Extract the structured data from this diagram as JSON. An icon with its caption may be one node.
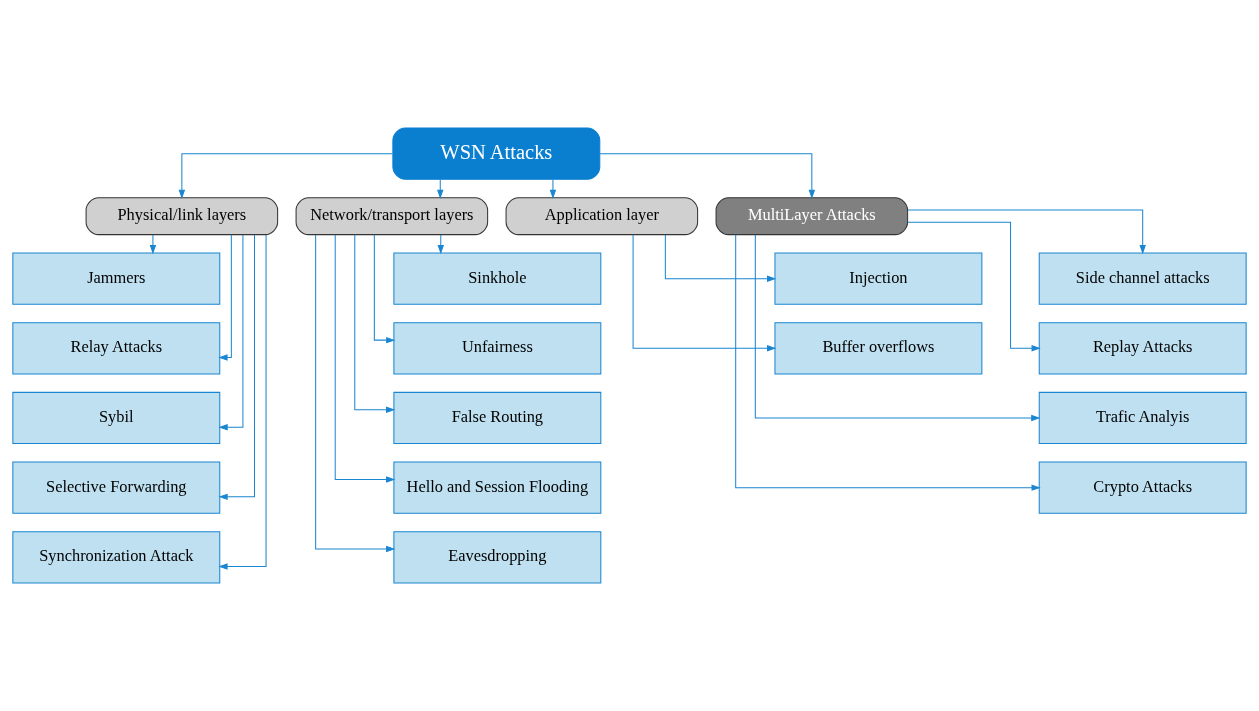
{
  "diagram": {
    "nodes": [
      {
        "text": [
          "WSN Attacks"
        ]
      },
      {
        "text": [
          "Physical/link layers"
        ]
      },
      {
        "text": [
          "Network/transport layers"
        ]
      },
      {
        "text": [
          "Application layer"
        ]
      },
      {
        "text": [
          "MultiLayer Attacks"
        ]
      },
      {
        "text": [
          "Jammers"
        ]
      },
      {
        "text": [
          "Relay Attacks"
        ]
      },
      {
        "text": [
          "Sybil"
        ]
      },
      {
        "text": [
          "Selective Forwarding"
        ]
      },
      {
        "text": [
          "Synchronization Attack"
        ]
      },
      {
        "text": [
          "Sinkhole"
        ]
      },
      {
        "text": [
          "Unfairness"
        ]
      },
      {
        "text": [
          "False Routing"
        ]
      },
      {
        "text": [
          "Hello and Session Flooding"
        ]
      },
      {
        "text": [
          "Eavesdropping"
        ]
      },
      {
        "text": [
          "Injection"
        ]
      },
      {
        "text": [
          "Buffer overflows"
        ]
      },
      {
        "text": [
          "Side channel attacks"
        ]
      },
      {
        "text": [
          "Replay Attacks"
        ]
      },
      {
        "text": [
          "Trafic Analyis"
        ]
      },
      {
        "text": [
          "Crypto Attacks"
        ]
      }
    ],
    "edges": [
      {
        "from": 0,
        "to": 1,
        "arrow": "to"
      },
      {
        "from": 0,
        "to": 2,
        "arrow": "to"
      },
      {
        "from": 0,
        "to": 3,
        "arrow": "to"
      },
      {
        "from": 0,
        "to": 4,
        "arrow": "to"
      },
      {
        "from": 1,
        "to": 5,
        "arrow": "to"
      },
      {
        "from": 1,
        "to": 6,
        "arrow": "to"
      },
      {
        "from": 1,
        "to": 7,
        "arrow": "to"
      },
      {
        "from": 1,
        "to": 8,
        "arrow": "to"
      },
      {
        "from": 1,
        "to": 9,
        "arrow": "to"
      },
      {
        "from": 2,
        "to": 10,
        "arrow": "to"
      },
      {
        "from": 2,
        "to": 11,
        "arrow": "to"
      },
      {
        "from": 2,
        "to": 12,
        "arrow": "to"
      },
      {
        "from": 2,
        "to": 13,
        "arrow": "to"
      },
      {
        "from": 2,
        "to": 14,
        "arrow": "to"
      },
      {
        "from": 3,
        "to": 15,
        "arrow": "to"
      },
      {
        "from": 3,
        "to": 16,
        "arrow": "to"
      },
      {
        "from": 4,
        "to": 17,
        "arrow": "to"
      },
      {
        "from": 4,
        "to": 18,
        "arrow": "to"
      },
      {
        "from": 4,
        "to": 19,
        "arrow": "to"
      },
      {
        "from": 4,
        "to": 20,
        "arrow": "to"
      }
    ]
  }
}
